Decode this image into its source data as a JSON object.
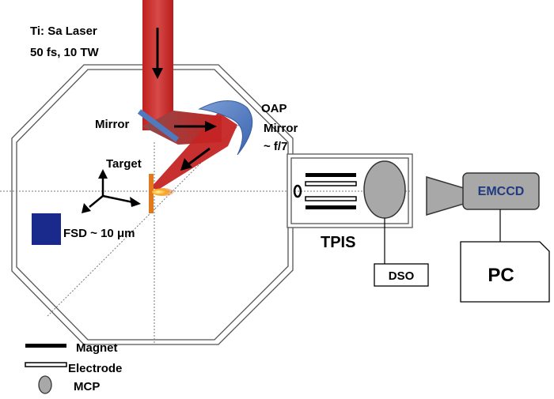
{
  "laser": {
    "line1": "Ti: Sa Laser",
    "line2": "50 fs, 10 TW"
  },
  "mirror": {
    "label": "Mirror"
  },
  "oap": {
    "line1": "OAP",
    "line2": "Mirror",
    "line3": "~ f/7"
  },
  "target": {
    "label": "Target"
  },
  "fsd": {
    "label": "FSD ~ 10 μm"
  },
  "tpis": {
    "label": "TPIS"
  },
  "dso": {
    "label": "DSO"
  },
  "emccd": {
    "label": "EMCCD"
  },
  "pc": {
    "label": "PC"
  },
  "legend": {
    "magnet": "Magnet",
    "electrode": "Electrode",
    "mcp": "MCP"
  },
  "colors": {
    "beam": "#c0201f",
    "oap_mirror": "#4f7ac0",
    "fsd_block": "#1a2a8c",
    "target": "#e07a1c",
    "mcp": "#a8a8a8",
    "camera": "#a8a8a8",
    "emccd_text": "#1f3a80"
  }
}
